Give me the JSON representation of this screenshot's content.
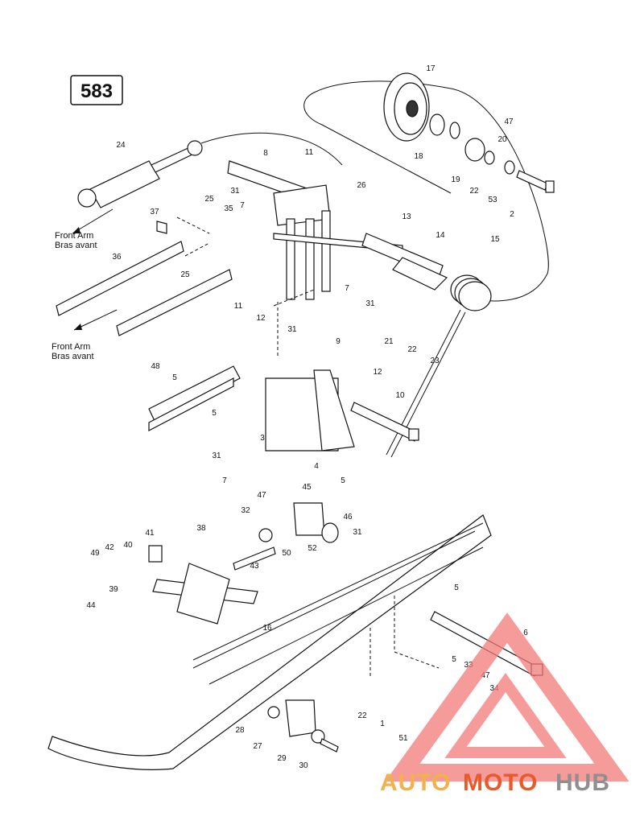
{
  "diagram_number": "583",
  "labels": {
    "front_arm_1_en": "Front Arm",
    "front_arm_1_fr": "Bras avant",
    "front_arm_2_en": "Front Arm",
    "front_arm_2_fr": "Bras avant"
  },
  "callouts": [
    "17",
    "47",
    "18",
    "20",
    "19",
    "22",
    "53",
    "2",
    "24",
    "8",
    "11",
    "26",
    "31",
    "7",
    "25",
    "35",
    "13",
    "14",
    "15",
    "37",
    "36",
    "25",
    "11",
    "7",
    "31",
    "31",
    "21",
    "22",
    "23",
    "12",
    "9",
    "48",
    "5",
    "12",
    "10",
    "5",
    "3",
    "4",
    "31",
    "7",
    "5",
    "47",
    "45",
    "32",
    "46",
    "31",
    "52",
    "38",
    "41",
    "49",
    "42",
    "40",
    "50",
    "43",
    "44",
    "39",
    "5",
    "6",
    "16",
    "5",
    "33",
    "47",
    "34",
    "22",
    "1",
    "51",
    "28",
    "27",
    "29",
    "30"
  ],
  "watermark": {
    "auto": "AUTO",
    "moto": "MOTO",
    "hub": "HUB"
  }
}
